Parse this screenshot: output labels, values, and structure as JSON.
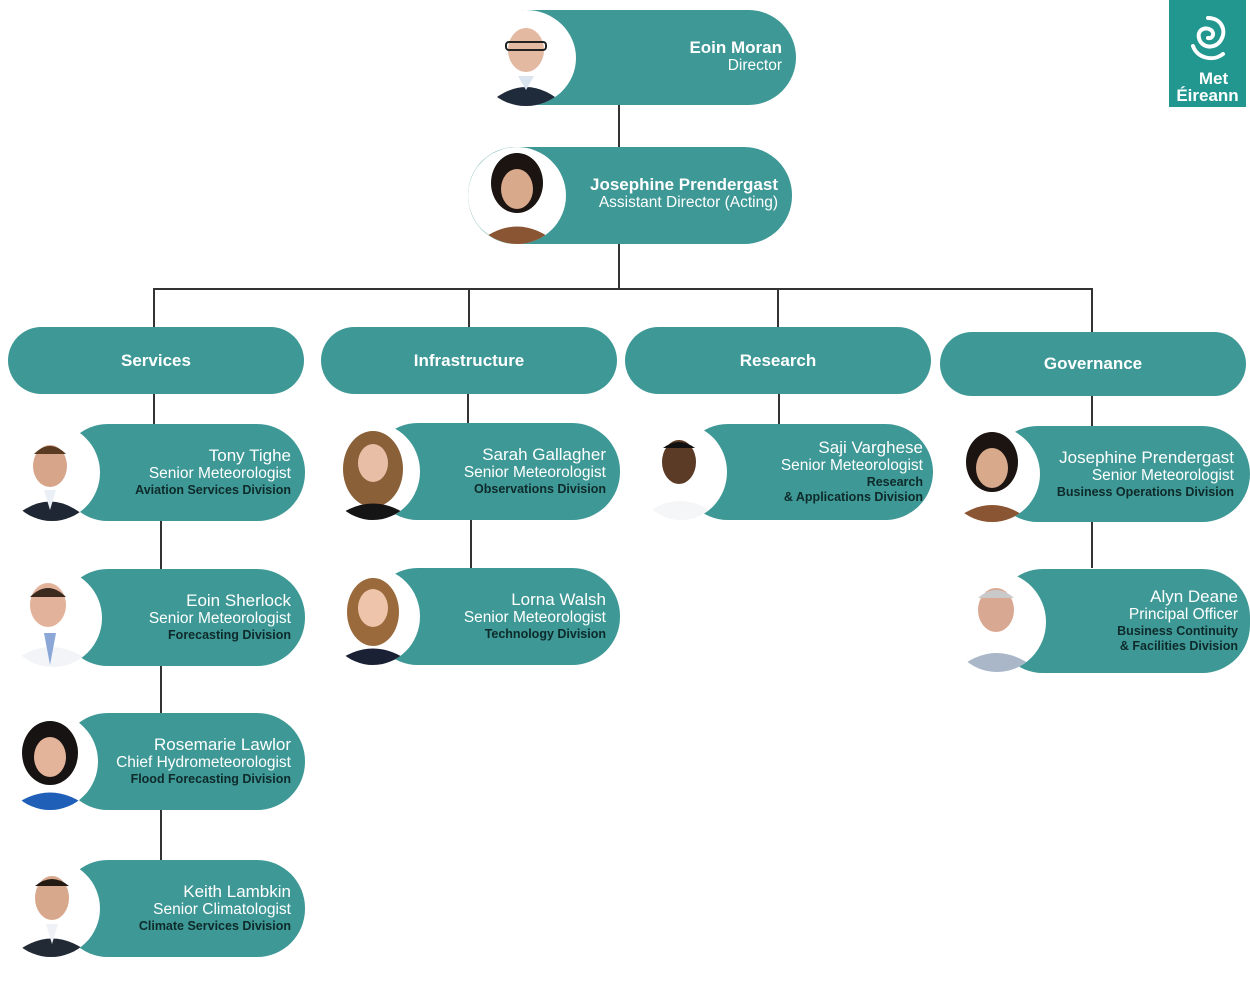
{
  "logo": {
    "line1": "Met",
    "line2": "Éireann"
  },
  "director": {
    "name": "Eoin Moran",
    "role": "Director"
  },
  "assistant_director": {
    "name": "Josephine Prendergast",
    "role": "Assistant Director (Acting)"
  },
  "categories": [
    {
      "label": "Services"
    },
    {
      "label": "Infrastructure"
    },
    {
      "label": "Research"
    },
    {
      "label": "Governance"
    }
  ],
  "people": [
    {
      "name": "Tony Tighe",
      "role": "Senior Meteorologist",
      "division": [
        "Aviation Services Division"
      ]
    },
    {
      "name": "Eoin Sherlock",
      "role": "Senior Meteorologist",
      "division": [
        "Forecasting Division"
      ]
    },
    {
      "name": "Rosemarie Lawlor",
      "role": "Chief Hydrometeorologist",
      "division": [
        "Flood Forecasting Division"
      ]
    },
    {
      "name": "Keith Lambkin",
      "role": "Senior Climatologist",
      "division": [
        "Climate Services Division"
      ]
    },
    {
      "name": "Sarah Gallagher",
      "role": "Senior Meteorologist",
      "division": [
        "Observations Division"
      ]
    },
    {
      "name": "Lorna Walsh",
      "role": "Senior Meteorologist",
      "division": [
        "Technology Division"
      ]
    },
    {
      "name": "Saji Varghese",
      "role": "Senior Meteorologist",
      "division": [
        "Research",
        "& Applications Division"
      ]
    },
    {
      "name": "Josephine Prendergast",
      "role": "Senior Meteorologist",
      "division": [
        "Business Operations Division"
      ]
    },
    {
      "name": "Alyn Deane",
      "role": "Principal Officer",
      "division": [
        "Business Continuity",
        "& Facilities Division"
      ]
    }
  ]
}
